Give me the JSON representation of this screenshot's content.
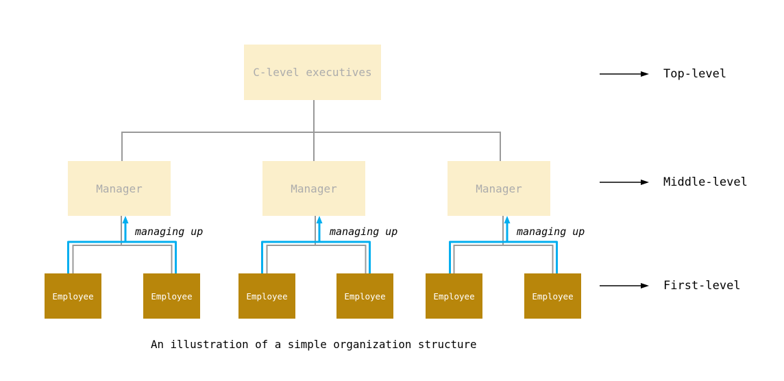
{
  "caption": {
    "text": "An illustration of a simple organization structure"
  },
  "nodes": {
    "top": {
      "label": "C-level executives"
    },
    "managers": [
      {
        "label": "Manager"
      },
      {
        "label": "Manager"
      },
      {
        "label": "Manager"
      }
    ],
    "employees": [
      {
        "label": "Employee"
      },
      {
        "label": "Employee"
      },
      {
        "label": "Employee"
      },
      {
        "label": "Employee"
      },
      {
        "label": "Employee"
      },
      {
        "label": "Employee"
      }
    ]
  },
  "edges": {
    "labels": [
      "managing up",
      "managing up",
      "managing up"
    ]
  },
  "levels": [
    {
      "label": "Top-level"
    },
    {
      "label": "Middle-level"
    },
    {
      "label": "First-level"
    }
  ],
  "colors": {
    "node_fill_cream": "#FBEFCB",
    "node_text_gray": "#ACACAC",
    "employee_fill_gold": "#B8860B",
    "employee_text_white": "#FFFFFF",
    "tree_edge_gray": "#999999",
    "managing_up_blue": "#00AEEF",
    "annotation_black": "#000000"
  }
}
